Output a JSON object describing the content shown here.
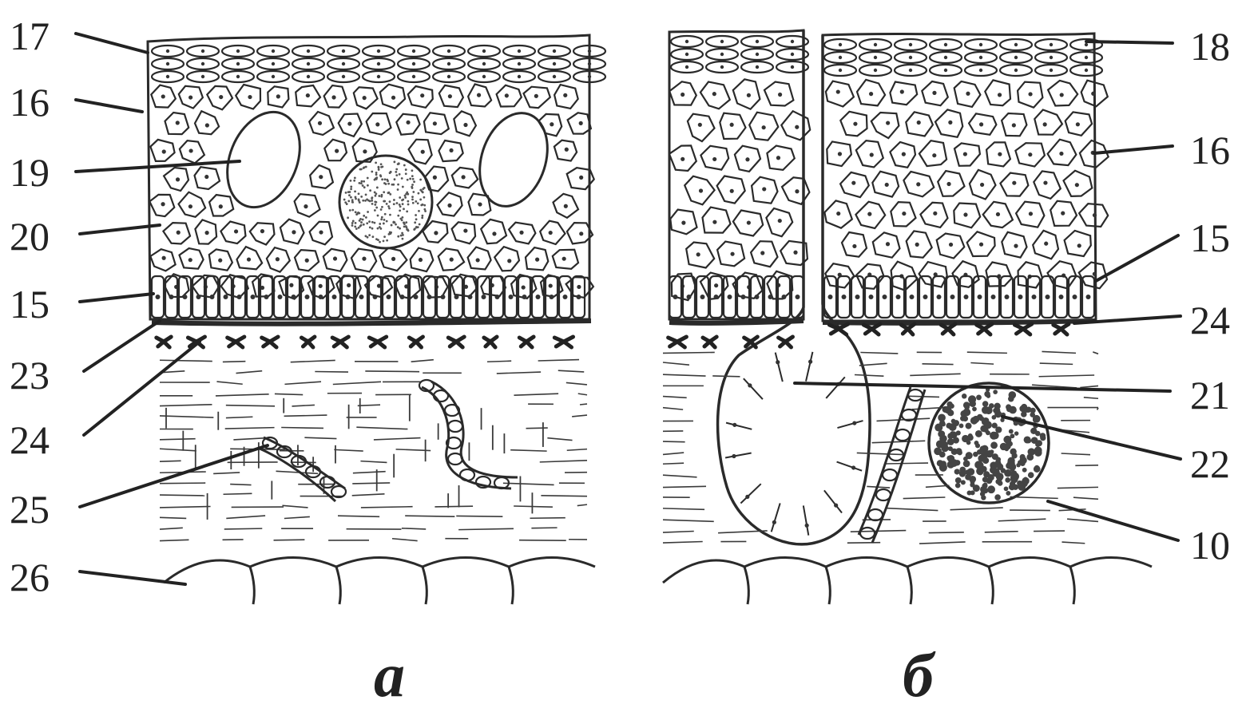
{
  "figure": {
    "panel_a_label": "а",
    "panel_b_label": "б",
    "left_labels": [
      "17",
      "16",
      "19",
      "20",
      "15",
      "23",
      "24",
      "25",
      "26"
    ],
    "right_labels": [
      "18",
      "16",
      "15",
      "24",
      "21",
      "22",
      "10"
    ]
  },
  "colors": {
    "ink": "#2a2a2a",
    "background": "#ffffff"
  }
}
